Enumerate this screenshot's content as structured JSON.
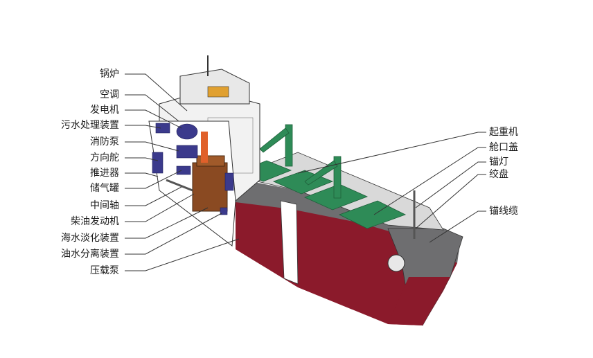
{
  "colors": {
    "hull_red": "#8b1a2b",
    "hull_grey": "#6e6e70",
    "deck_green": "#2e8b57",
    "engine_brown": "#8a4a22",
    "machinery_blue": "#3b3a8c",
    "pipe_orange": "#e0602a",
    "line": "#333333"
  },
  "labels_left": [
    {
      "id": "boiler",
      "text": "锅炉"
    },
    {
      "id": "air-conditioning",
      "text": "空调"
    },
    {
      "id": "generator",
      "text": "发电机"
    },
    {
      "id": "sewage-treatment",
      "text": "污水处理装置"
    },
    {
      "id": "fire-pump",
      "text": "消防泵"
    },
    {
      "id": "rudder",
      "text": "方向舵"
    },
    {
      "id": "propeller",
      "text": "推进器"
    },
    {
      "id": "air-reservoir",
      "text": "储气罐"
    },
    {
      "id": "intermediate-shaft",
      "text": "中间轴"
    },
    {
      "id": "diesel-engine",
      "text": "柴油发动机"
    },
    {
      "id": "desalination",
      "text": "海水淡化装置"
    },
    {
      "id": "oil-water-separator",
      "text": "油水分离装置"
    },
    {
      "id": "ballast-pump",
      "text": "压载泵"
    }
  ],
  "labels_right": [
    {
      "id": "crane",
      "text": "起重机"
    },
    {
      "id": "hatch-cover",
      "text": "舱口盖"
    },
    {
      "id": "anchor-light",
      "text": "锚灯"
    },
    {
      "id": "winch",
      "text": "绞盘"
    },
    {
      "id": "anchor-cable",
      "text": "锚线缆"
    }
  ]
}
